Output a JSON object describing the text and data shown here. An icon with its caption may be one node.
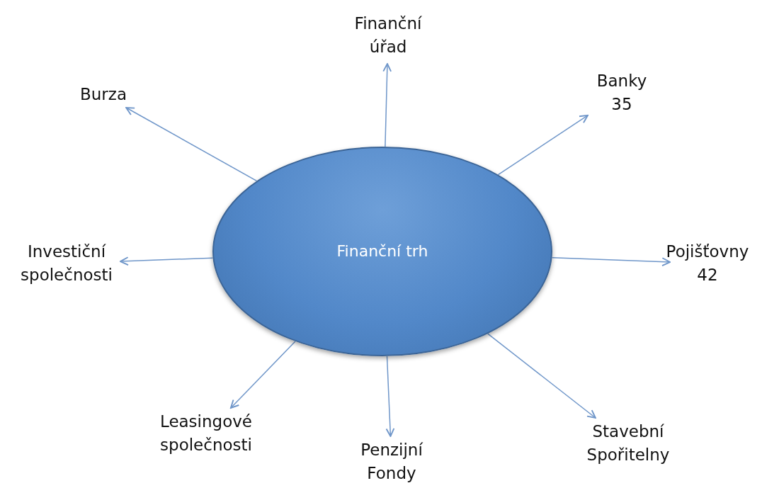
{
  "diagram": {
    "nodes": [
      {
        "text": [
          "Finanční trh"
        ]
      },
      {
        "text": [
          "Finanční úřad"
        ]
      },
      {
        "text": [
          "Burza"
        ]
      },
      {
        "text": [
          "Banky",
          "35"
        ]
      },
      {
        "text": [
          "Investiční společnosti"
        ]
      },
      {
        "text": [
          "Pojišťovny",
          "42"
        ]
      },
      {
        "text": [
          "Leasingové společnosti"
        ]
      },
      {
        "text": [
          "Penzijní Fondy"
        ]
      },
      {
        "text": [
          "Stavební Spořitelny"
        ]
      }
    ],
    "edges": [
      {
        "from": 0,
        "to": 1,
        "arrow": "to"
      },
      {
        "from": 0,
        "to": 2,
        "arrow": "to"
      },
      {
        "from": 0,
        "to": 3,
        "arrow": "to"
      },
      {
        "from": 0,
        "to": 4,
        "arrow": "to"
      },
      {
        "from": 0,
        "to": 5,
        "arrow": "to"
      },
      {
        "from": 0,
        "to": 6,
        "arrow": "to"
      },
      {
        "from": 0,
        "to": 7,
        "arrow": "to"
      },
      {
        "from": 0,
        "to": 8,
        "arrow": "to"
      }
    ]
  }
}
